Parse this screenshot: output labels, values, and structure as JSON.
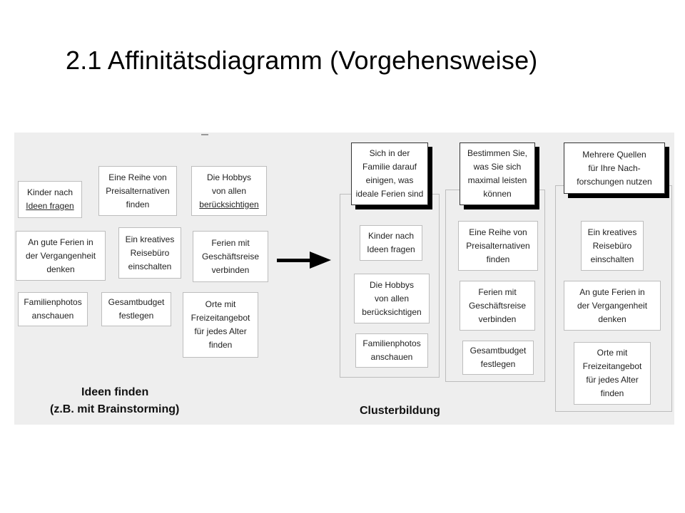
{
  "title": "2.1 Affinitätsdiagramm (Vorgehensweise)",
  "ideas": {
    "label_lines": [
      "Ideen finden",
      "(z.B. mit Brainstorming)"
    ],
    "cards": [
      {
        "lines": [
          "Kinder nach",
          "Ideen fragen"
        ]
      },
      {
        "lines": [
          "Eine Reihe von",
          "Preisalternativen",
          "finden"
        ]
      },
      {
        "lines": [
          "Die Hobbys",
          "von allen",
          "berücksichtigen"
        ]
      },
      {
        "lines": [
          "An gute Ferien in",
          "der Vergangenheit",
          "denken"
        ]
      },
      {
        "lines": [
          "Ein kreatives",
          "Reisebüro",
          "einschalten"
        ]
      },
      {
        "lines": [
          "Ferien mit",
          "Geschäftsreise",
          "verbinden"
        ]
      },
      {
        "lines": [
          "Familienphotos",
          "anschauen"
        ]
      },
      {
        "lines": [
          "Gesamtbudget",
          "festlegen"
        ]
      },
      {
        "lines": [
          "Orte mit",
          "Freizeitangebot",
          "für jedes Alter",
          "finden"
        ]
      }
    ]
  },
  "clusters": {
    "label": "Clusterbildung",
    "groups": [
      {
        "header": {
          "lines": [
            "Sich in der",
            "Familie darauf",
            "einigen, was",
            "ideale Ferien sind"
          ]
        },
        "cards": [
          {
            "lines": [
              "Kinder nach",
              "Ideen fragen"
            ]
          },
          {
            "lines": [
              "Die Hobbys",
              "von allen",
              "berücksichtigen"
            ]
          },
          {
            "lines": [
              "Familienphotos",
              "anschauen"
            ]
          }
        ]
      },
      {
        "header": {
          "lines": [
            "Bestimmen Sie,",
            "was Sie sich",
            "maximal leisten",
            "können"
          ]
        },
        "cards": [
          {
            "lines": [
              "Eine Reihe von",
              "Preisalternativen",
              "finden"
            ]
          },
          {
            "lines": [
              "Ferien mit",
              "Geschäftsreise",
              "verbinden"
            ]
          },
          {
            "lines": [
              "Gesamtbudget",
              "festlegen"
            ]
          }
        ]
      },
      {
        "header": {
          "lines": [
            "Mehrere Quellen",
            "für Ihre Nach-",
            "forschungen nutzen"
          ]
        },
        "cards": [
          {
            "lines": [
              "Ein kreatives",
              "Reisebüro",
              "einschalten"
            ]
          },
          {
            "lines": [
              "An gute Ferien in",
              "der Vergangenheit",
              "denken"
            ]
          },
          {
            "lines": [
              "Orte mit",
              "Freizeitangebot",
              "für jedes Alter",
              "finden"
            ]
          }
        ]
      }
    ]
  }
}
